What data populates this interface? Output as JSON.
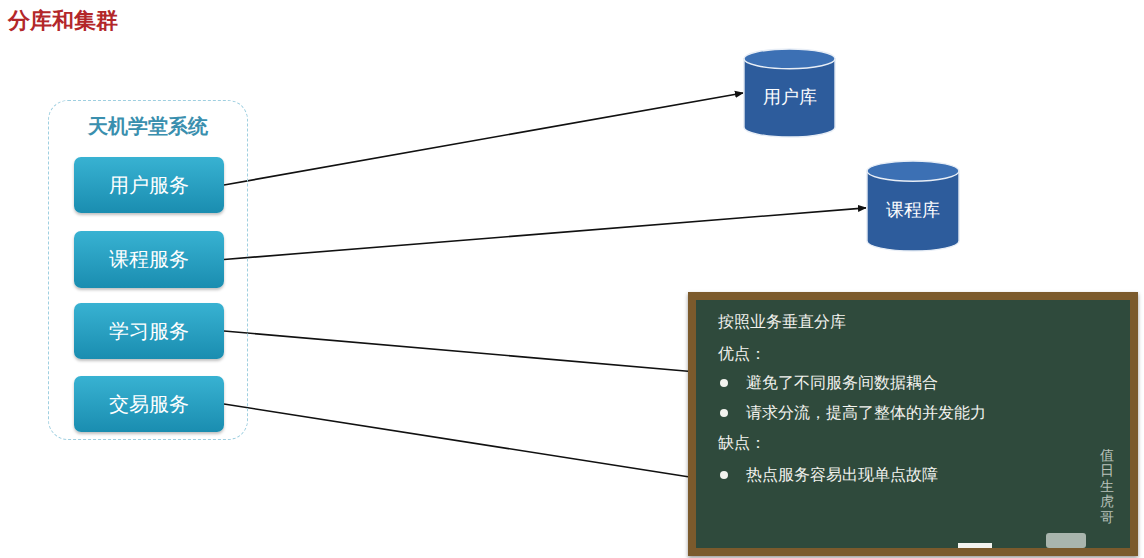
{
  "diagram": {
    "title": "分库和集群",
    "nodes": [
      {
        "text": [
          "天机学堂系统"
        ]
      },
      {
        "text": [
          "用户服务"
        ],
        "in": 0
      },
      {
        "text": [
          "课程服务"
        ],
        "in": 0
      },
      {
        "text": [
          "学习服务"
        ],
        "in": 0
      },
      {
        "text": [
          "交易服务"
        ],
        "in": 0
      },
      {
        "text": [
          "用户库"
        ]
      },
      {
        "text": [
          "课程库"
        ]
      },
      {
        "text": [
          "按照业务垂直分库",
          "优点：",
          "避免了不同服务间数据耦合",
          "请求分流，提高了整体的并发能力",
          "缺点：",
          "热点服务容易出现单点故障",
          "值日生虎哥"
        ]
      }
    ],
    "edges": [
      {
        "from": 1,
        "to": 5,
        "arrow": "to"
      },
      {
        "from": 2,
        "to": 6,
        "arrow": "to"
      },
      {
        "from": 3,
        "to": 7,
        "arrow": "none"
      },
      {
        "from": 4,
        "to": 7,
        "arrow": "none"
      }
    ]
  }
}
